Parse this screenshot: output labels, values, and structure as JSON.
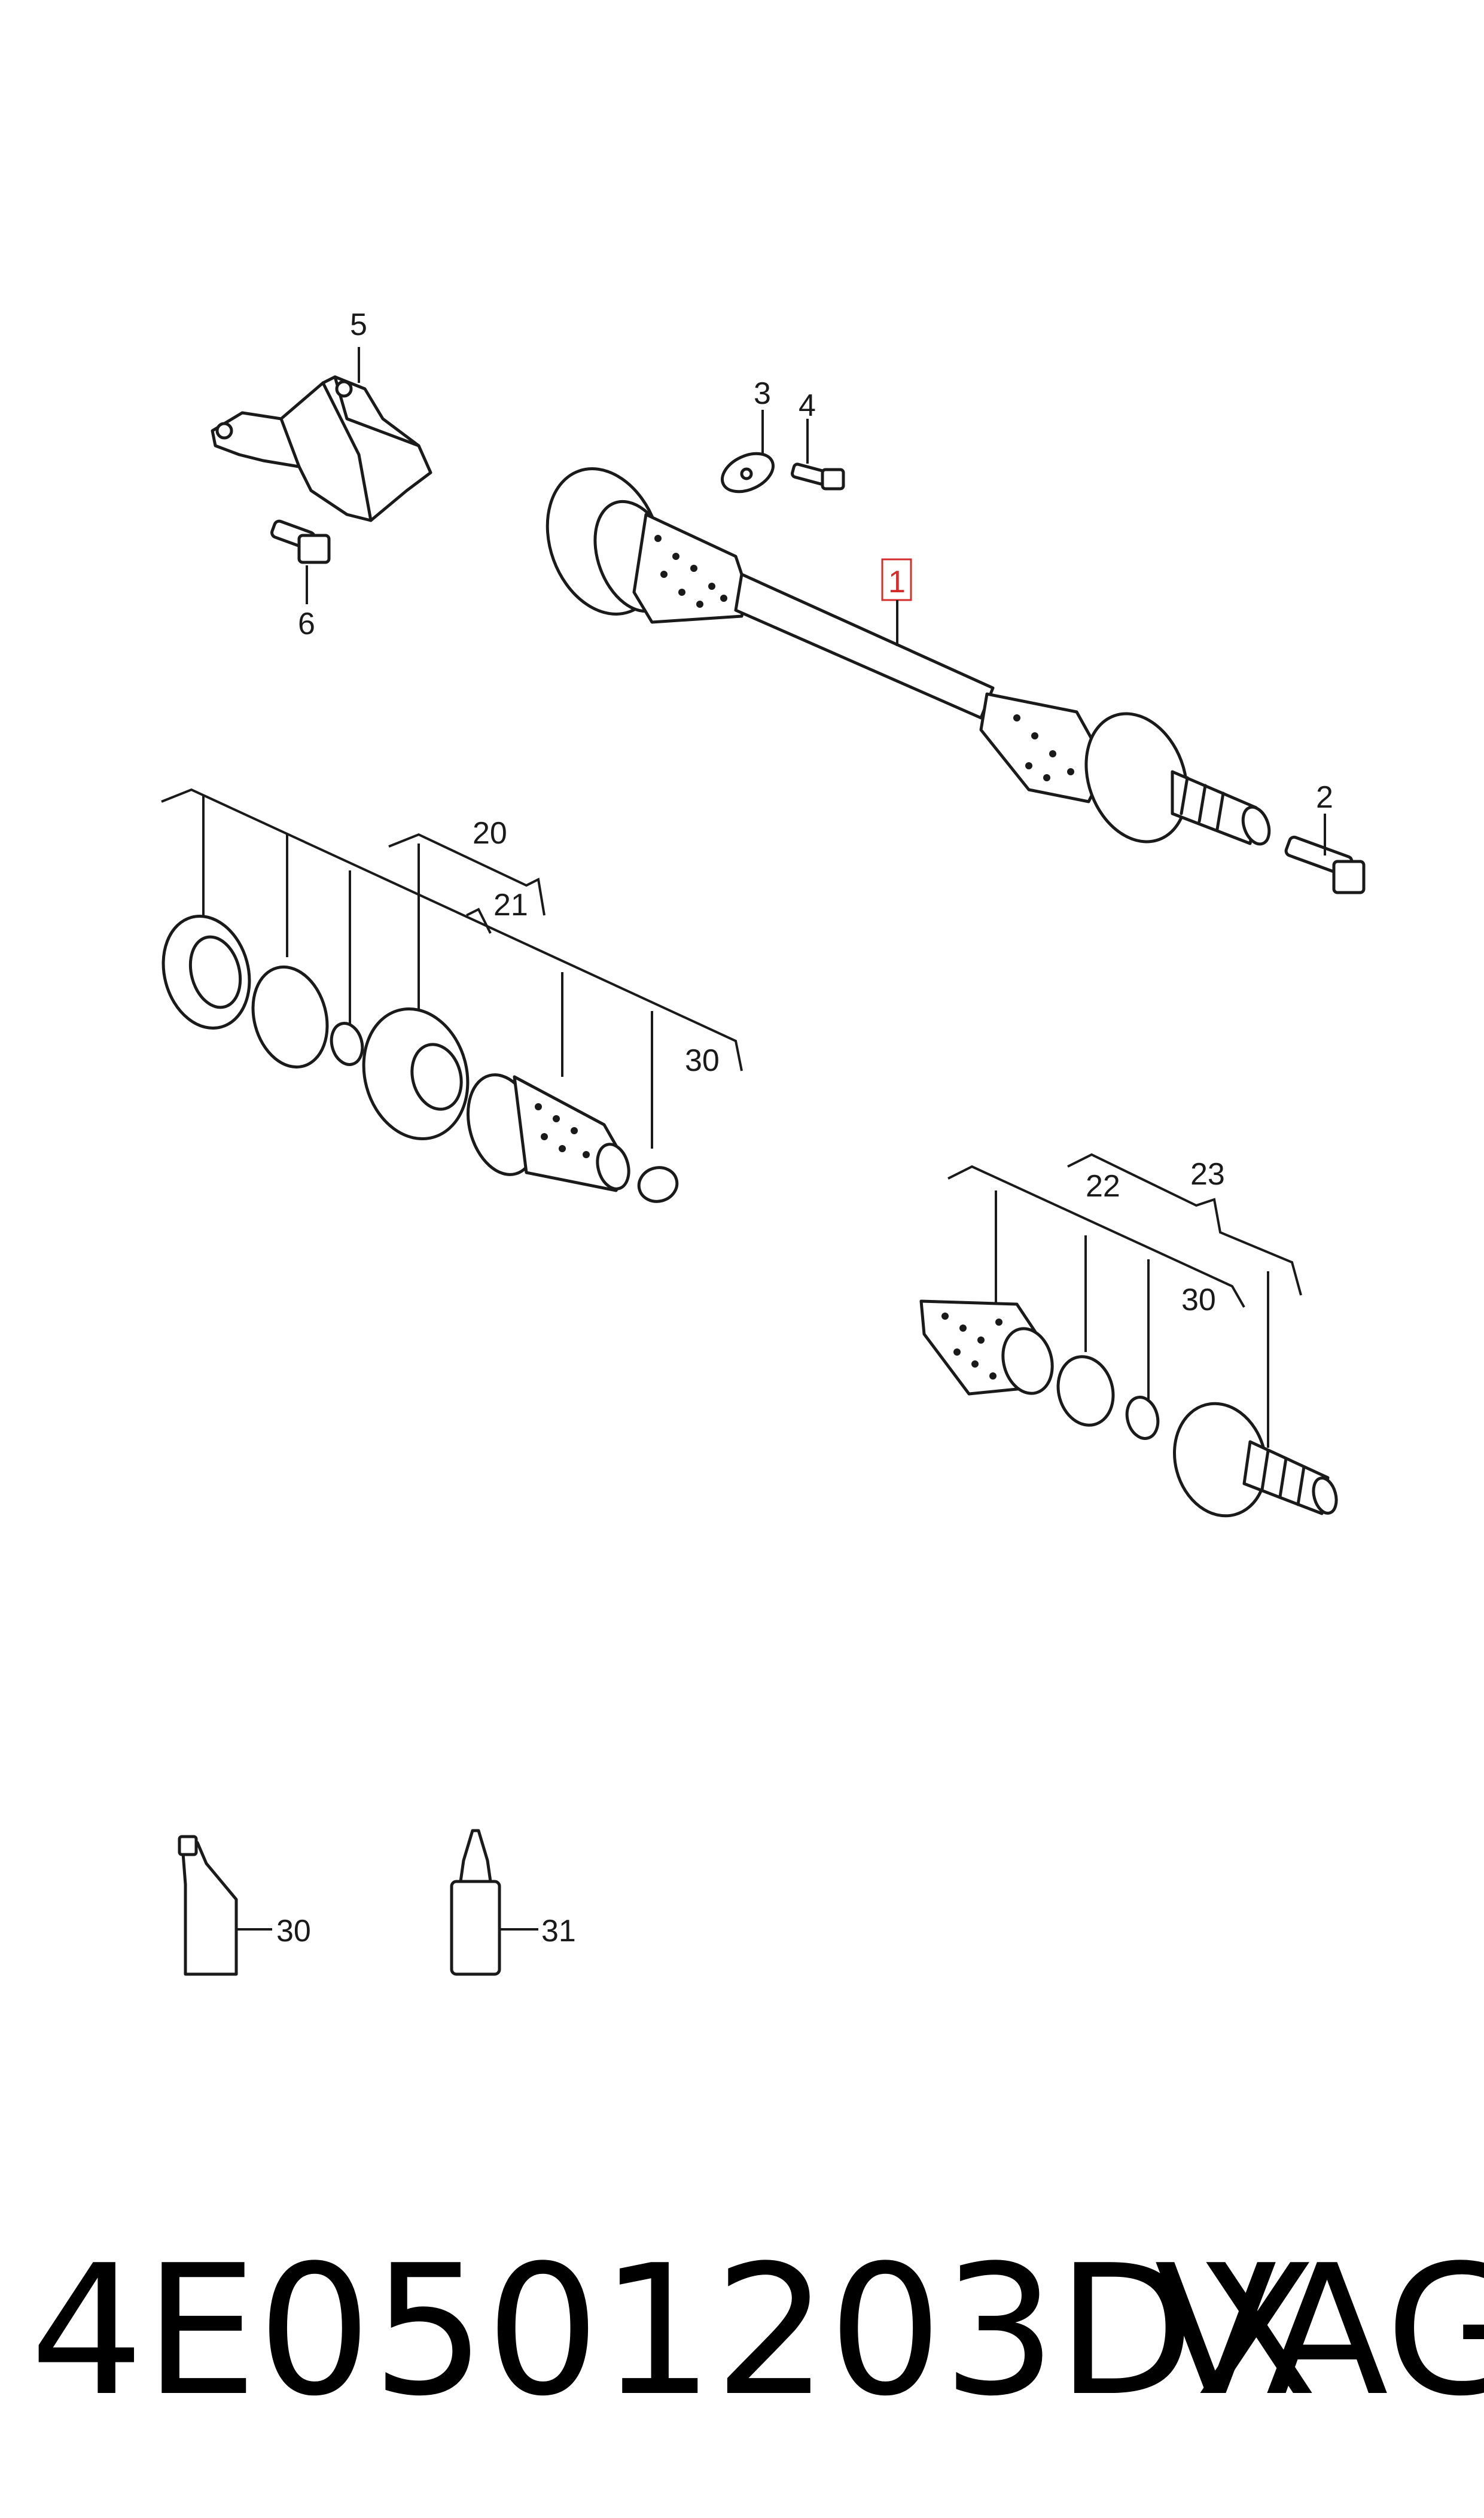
{
  "labels": {
    "l1": "1",
    "l2": "2",
    "l3": "3",
    "l4": "4",
    "l5": "5",
    "l6": "6",
    "l20": "20",
    "l21": "21",
    "l22": "22",
    "l23": "23",
    "l30a": "30",
    "l30b": "30",
    "l30c": "30",
    "l31": "31"
  },
  "highlight": {
    "label": "1",
    "color": "#d62b2b"
  },
  "footer": {
    "part_number": "4E0501203DX",
    "brand": "VAG"
  }
}
